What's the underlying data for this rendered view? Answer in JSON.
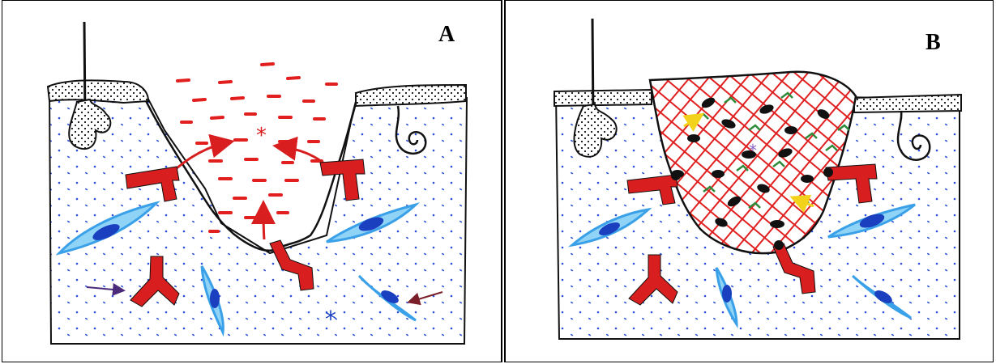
{
  "panels": {
    "a": {
      "label": "A"
    },
    "b": {
      "label": "B"
    }
  },
  "colors": {
    "tissue_dot": "#2a4fd6",
    "vessel": "#d81e1e",
    "cell_outer": "#3aa0e8",
    "cell_nucleus": "#1a3fbf",
    "epidermis": "#1a1a1a",
    "fibrin_mesh": "#e02020",
    "arrow_purple": "#4b2a7a",
    "arrow_maroon": "#7a1f2a",
    "arrow_yellow": "#f2d21a",
    "neutrophil": "#1a1a1a",
    "bacteria": "#2e8b3a"
  },
  "icons": [
    "hair-follicle",
    "sweat-gland-spiral",
    "blood-vessel",
    "fibroblast-cell",
    "asterisk-marker",
    "arrow"
  ]
}
